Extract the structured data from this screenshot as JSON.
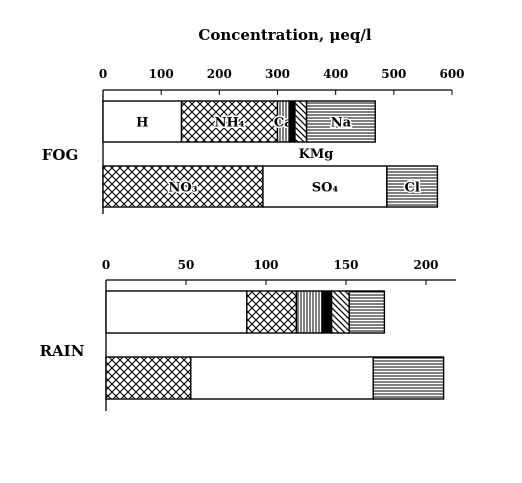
{
  "chart_data": {
    "type": "bar",
    "orientation": "horizontal",
    "stacked": true,
    "title": "Concentration, μeq/l",
    "panels": [
      {
        "label": "FOG",
        "xlim": [
          0,
          600
        ],
        "ticks": [
          0,
          100,
          200,
          300,
          400,
          500,
          600
        ],
        "bars": [
          {
            "role": "cations",
            "segments": [
              {
                "name": "H",
                "label": "H",
                "value": 135,
                "pattern": "blank"
              },
              {
                "name": "NH4",
                "label": "NH₄",
                "value": 165,
                "pattern": "crosshatch"
              },
              {
                "name": "Ca",
                "label": "Ca",
                "value": 20,
                "pattern": "vertical"
              },
              {
                "name": "K",
                "label": "",
                "value": 10,
                "pattern": "solid"
              },
              {
                "name": "Mg",
                "label": "",
                "value": 20,
                "pattern": "diagonal"
              },
              {
                "name": "Na",
                "label": "Na",
                "value": 118,
                "pattern": "horizontal"
              }
            ]
          },
          {
            "role": "anions",
            "segments": [
              {
                "name": "NO3",
                "label": "NO₃",
                "value": 275,
                "pattern": "crosshatch"
              },
              {
                "name": "SO4",
                "label": "SO₄",
                "value": 213,
                "pattern": "blank"
              },
              {
                "name": "Cl",
                "label": "Cl",
                "value": 87,
                "pattern": "horizontal"
              }
            ]
          }
        ],
        "annotations": [
          "KMg"
        ]
      },
      {
        "label": "RAIN",
        "xlim": [
          0,
          220
        ],
        "ticks": [
          0,
          50,
          100,
          150,
          200
        ],
        "bars": [
          {
            "role": "cations",
            "segments": [
              {
                "name": "H",
                "label": "",
                "value": 88,
                "pattern": "blank"
              },
              {
                "name": "NH4",
                "label": "",
                "value": 31,
                "pattern": "crosshatch"
              },
              {
                "name": "Ca",
                "label": "",
                "value": 16,
                "pattern": "vertical"
              },
              {
                "name": "K",
                "label": "",
                "value": 6,
                "pattern": "solid"
              },
              {
                "name": "Mg",
                "label": "",
                "value": 11,
                "pattern": "diagonal"
              },
              {
                "name": "Na",
                "label": "",
                "value": 22,
                "pattern": "horizontal"
              }
            ]
          },
          {
            "role": "anions",
            "segments": [
              {
                "name": "NO3",
                "label": "",
                "value": 53,
                "pattern": "crosshatch"
              },
              {
                "name": "SO4",
                "label": "",
                "value": 114,
                "pattern": "blank"
              },
              {
                "name": "Cl",
                "label": "",
                "value": 44,
                "pattern": "horizontal"
              }
            ]
          }
        ],
        "annotations": []
      }
    ]
  }
}
